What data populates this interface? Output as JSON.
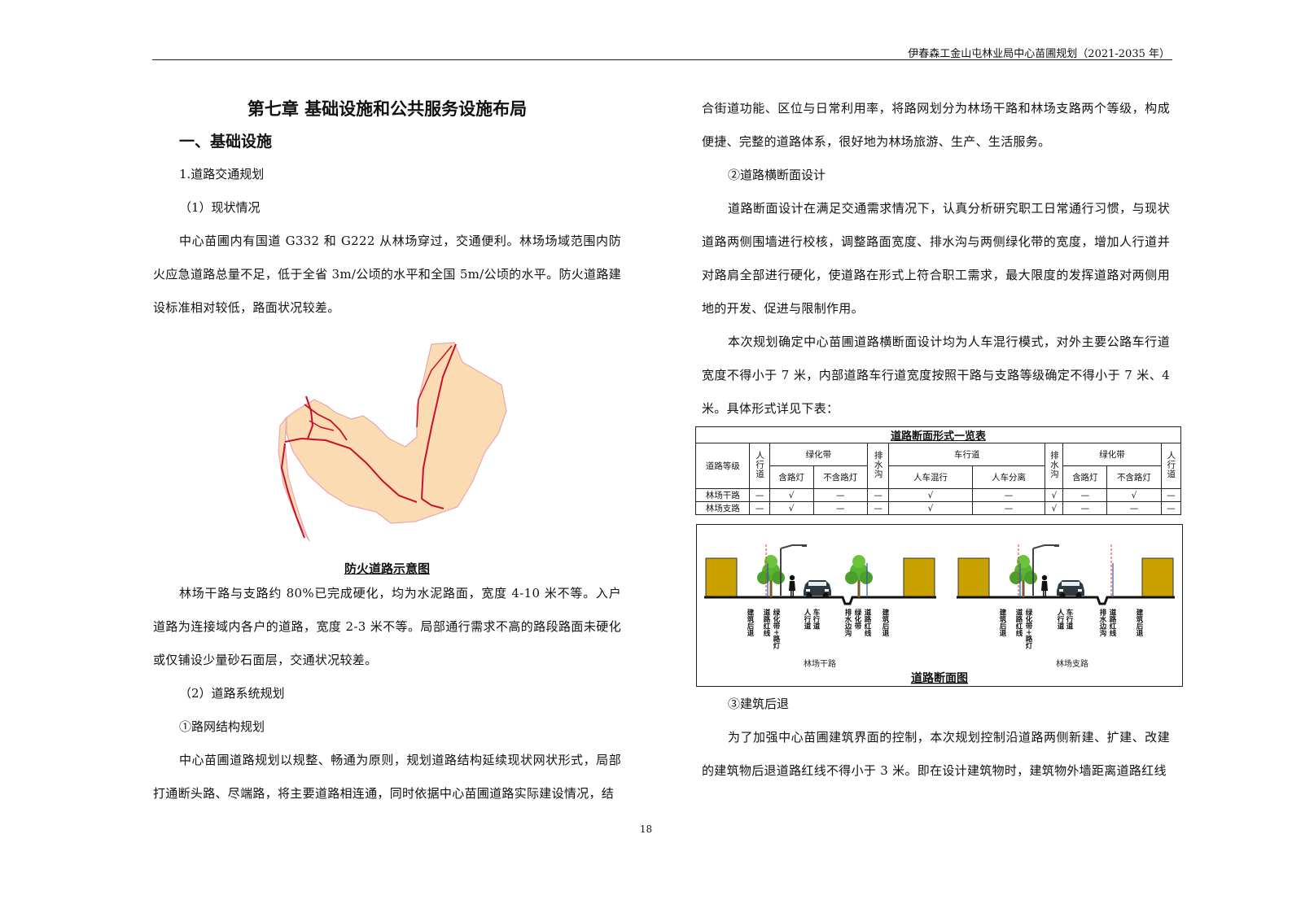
{
  "header": {
    "title": "伊春森工金山屯林业局中心苗圃规划（2021-2035 年）"
  },
  "left": {
    "chapter_title": "第七章  基础设施和公共服务设施布局",
    "section_title": "一、基础设施",
    "sub1": "1.道路交通规划",
    "sub1_1": "（1）现状情况",
    "p1": "中心苗圃内有国道 G332 和 G222 从林场穿过，交通便利。林场场域范围内防火应急道路总量不足，低于全省 3m/公顷的水平和全国 5m/公顷的水平。防火道路建设标准相对较低，路面状况较差。",
    "map_caption": "防火道路示意图",
    "p2": "林场干路与支路约 80%已完成硬化，均为水泥路面，宽度 4-10 米不等。入户道路为连接域内各户的道路，宽度 2-3 米不等。局部通行需求不高的路段路面未硬化或仅铺设少量砂石面层，交通状况较差。",
    "sub1_2": "（2）道路系统规划",
    "sub1_2_1": "①路网结构规划",
    "p3": "中心苗圃道路规划以规整、畅通为原则，规划道路结构延续现状网状形式，局部打通断头路、尽端路，将主要道路相连通，同时依据中心苗圃道路实际建设情况，结"
  },
  "right": {
    "p4": "合街道功能、区位与日常利用率，将路网划分为林场干路和林场支路两个等级，构成便捷、完整的道路体系，很好地为林场旅游、生产、生活服务。",
    "sub2": "②道路横断面设计",
    "p5": "道路断面设计在满足交通需求情况下，认真分析研究职工日常通行习惯，与现状道路两侧围墙进行校核，调整路面宽度、排水沟与两侧绿化带的宽度，增加人行道并对路肩全部进行硬化，使道路在形式上符合职工需求，最大限度的发挥道路对两侧用地的开发、促进与限制作用。",
    "p6": "本次规划确定中心苗圃道路横断面设计均为人车混行模式，对外主要公路车行道宽度不得小于 7 米，内部道路车行道宽度按照干路与支路等级确定不得小于 7 米、4 米。具体形式详见下表：",
    "table": {
      "title": "道路断面形式一览表",
      "h_level": "道路等级",
      "h_walk": "人行道",
      "h_green": "绿化带",
      "h_drain": "排水沟",
      "h_lane": "车行道",
      "h_lamp": "含路灯",
      "h_nolamp": "不含路灯",
      "h_mixed": "人车混行",
      "h_sep": "人车分离",
      "rows": [
        {
          "name": "林场干路",
          "cells": [
            "—",
            "√",
            "—",
            "—",
            "√",
            "—",
            "√",
            "—",
            "√",
            "—"
          ]
        },
        {
          "name": "林场支路",
          "cells": [
            "—",
            "√",
            "—",
            "—",
            "√",
            "—",
            "√",
            "—",
            "—",
            "—"
          ]
        }
      ]
    },
    "section_diagram": {
      "labels_main": [
        "建筑后退",
        "道路红线",
        "绿化带+路灯",
        "人行道",
        "车行道",
        "排水边沟",
        "绿化带",
        "道路红线",
        "建筑后退"
      ],
      "labels_branch": [
        "建筑后退",
        "道路红线",
        "绿化带+路灯",
        "人行道",
        "车行道",
        "排水边沟",
        "道路红线",
        "建筑后退"
      ],
      "name_main": "林场干路",
      "name_branch": "林场支路",
      "caption": "道路断面图"
    },
    "sub3": "③建筑后退",
    "p7": "为了加强中心苗圃建筑界面的控制，本次规划控制沿道路两侧新建、扩建、改建的建筑物后退道路红线不得小于 3 米。即在设计建筑物时，建筑物外墙距离道路红线"
  },
  "page_number": "18",
  "colors": {
    "map_fill": "#fbdcb2",
    "map_road": "#c8102e",
    "building": "#c9a200"
  }
}
